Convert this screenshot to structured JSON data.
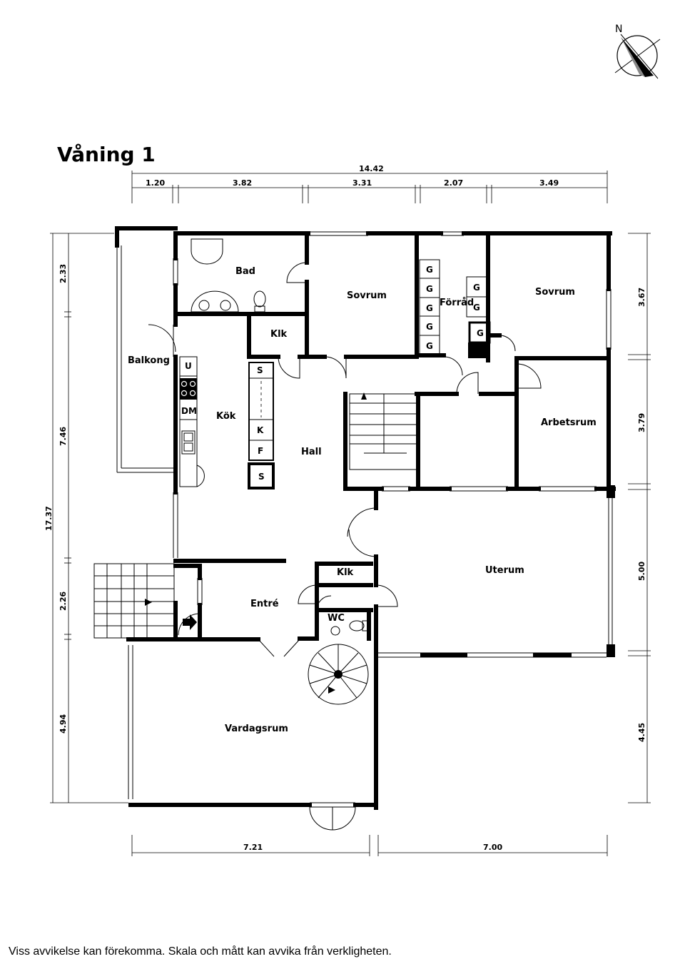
{
  "compass": {
    "label": "N"
  },
  "floor_title": "Våning 1",
  "dimensions": {
    "top_total": "14.42",
    "top_segments": [
      "1.20",
      "3.82",
      "3.31",
      "2.07",
      "3.49"
    ],
    "left_total": "17.37",
    "left_segments": [
      "2.33",
      "7.46",
      "2.26",
      "4.94"
    ],
    "right_segments": [
      "3.67",
      "3.79",
      "5.00",
      "4.45"
    ],
    "bottom_segments": [
      "7.21",
      "7.00"
    ]
  },
  "rooms": {
    "bad": "Bad",
    "sovrum_1": "Sovrum",
    "forrad": "Förråd",
    "sovrum_2": "Sovrum",
    "balkong": "Balkong",
    "klk_1": "Klk",
    "kok": "Kök",
    "hall": "Hall",
    "arbetsrum": "Arbetsrum",
    "uterum": "Uterum",
    "klk_2": "Klk",
    "entre": "Entré",
    "wc": "WC",
    "vardagsrum": "Vardagsrum"
  },
  "fixtures": {
    "u": "U",
    "dm": "DM",
    "s": "S",
    "k": "K",
    "f": "F",
    "g": "G"
  },
  "disclaimer": "Viss avvikelse kan förekomma. Skala och mått kan avvika från verkligheten."
}
